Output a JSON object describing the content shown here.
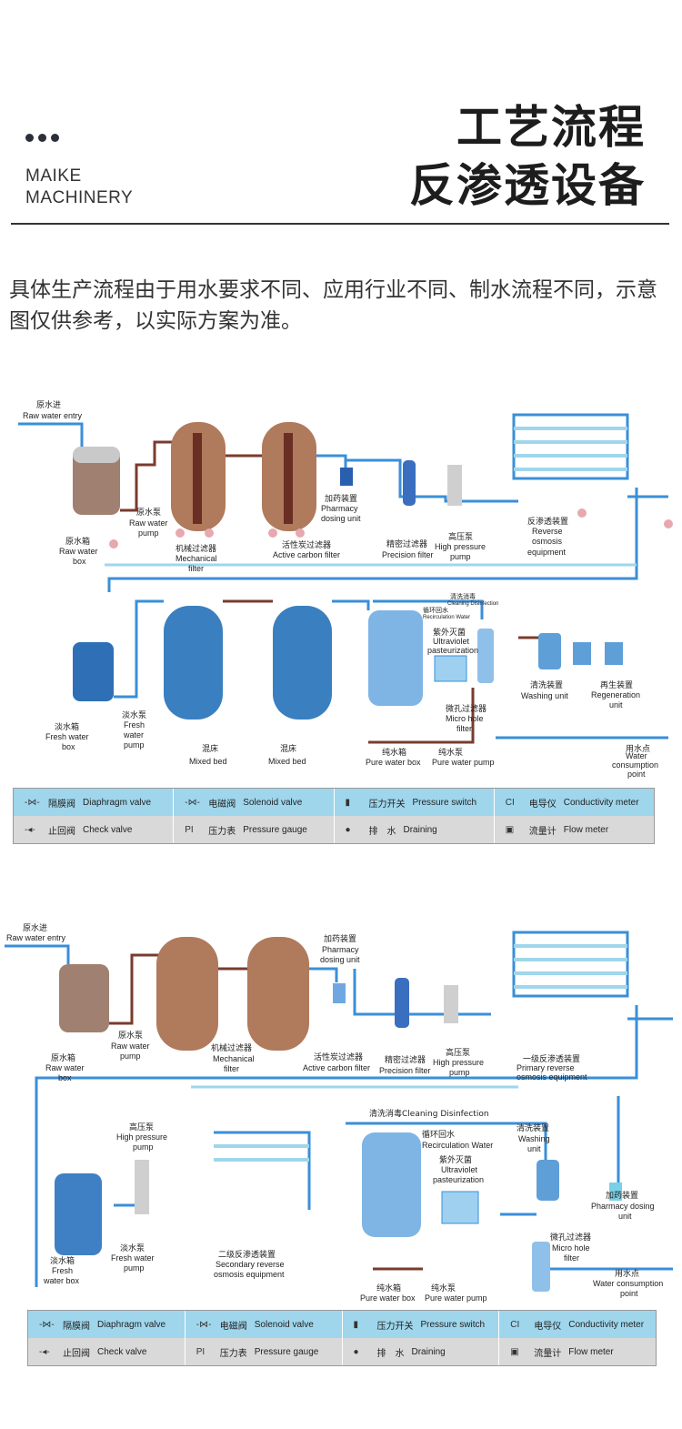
{
  "header": {
    "brand_line1": "MAIKE",
    "brand_line2": "MACHINERY",
    "title_line1": "工艺流程",
    "title_line2": "反渗透设备"
  },
  "intro": "具体生产流程由于用水要求不同、应用行业不同、制水流程不同，示意图仅供参考，以实际方案为准。",
  "diagram1": {
    "raw_water_entry": [
      "原水进",
      "Raw water entry"
    ],
    "raw_water_box": [
      "原水箱",
      "Raw water",
      "box"
    ],
    "raw_water_pump": [
      "原水泵",
      "Raw water",
      "pump"
    ],
    "mechanical_filter": [
      "机械过滤器",
      "Mechanical",
      "filter"
    ],
    "active_carbon_filter": [
      "活性炭过滤器",
      "Active carbon filter"
    ],
    "pharmacy_dosing": [
      "加药装置",
      "Pharmacy",
      "dosing unit"
    ],
    "precision_filter": [
      "精密过滤器",
      "Precision filter"
    ],
    "high_pressure_pump": [
      "高压泵",
      "High pressure",
      "pump"
    ],
    "reverse_osmosis": [
      "反渗透装置",
      "Reverse",
      "osmosis",
      "equipment"
    ],
    "cleaning_disinfection": [
      "清洗消毒",
      "Cleaning Disinfection"
    ],
    "recirculation_water": [
      "循环回水",
      "Recirculation Water"
    ],
    "uv_pasteurization": [
      "紫外灭菌",
      "Ultraviolet",
      "pasteurization"
    ],
    "micro_hole_filter": [
      "微孔过滤器",
      "Micro hole",
      "filter"
    ],
    "washing_unit": [
      "清洗装置",
      "Washing unit"
    ],
    "regeneration_unit": [
      "再生装置",
      "Regeneration",
      "unit"
    ],
    "fresh_water_box": [
      "淡水箱",
      "Fresh water",
      "box"
    ],
    "fresh_water_pump": [
      "淡水泵",
      "Fresh",
      "water",
      "pump"
    ],
    "mixed_bed_1": [
      "混床",
      "Mixed bed"
    ],
    "mixed_bed_2": [
      "混床",
      "Mixed bed"
    ],
    "pure_water_box": [
      "纯水箱",
      "Pure water box"
    ],
    "pure_water_pump": [
      "纯水泵",
      "Pure water pump"
    ],
    "water_consumption": [
      "用水点",
      "Water",
      "consumption",
      "point"
    ]
  },
  "diagram2": {
    "raw_water_entry": [
      "原水进",
      "Raw water entry"
    ],
    "raw_water_box": [
      "原水箱",
      "Raw water",
      "box"
    ],
    "raw_water_pump": [
      "原水泵",
      "Raw water",
      "pump"
    ],
    "mechanical_filter": [
      "机械过滤器",
      "Mechanical",
      "filter"
    ],
    "active_carbon_filter": [
      "活性炭过滤器",
      "Active carbon filter"
    ],
    "pharmacy_dosing": [
      "加药装置",
      "Pharmacy",
      "dosing unit"
    ],
    "precision_filter": [
      "精密过滤器",
      "Precision filter"
    ],
    "high_pressure_pump": [
      "高压泵",
      "High pressure",
      "pump"
    ],
    "primary_ro": [
      "一级反渗透装置",
      "Primary reverse",
      "osmosis equipment"
    ],
    "cleaning_disinfection": [
      "清洗消毒Cleaning Disinfection"
    ],
    "washing_unit": [
      "清洗装置",
      "Washing",
      "unit"
    ],
    "high_pressure_pump_2": [
      "高压泵",
      "High pressure",
      "pump"
    ],
    "recirculation_water": [
      "循环回水",
      "Recirculation Water"
    ],
    "uv_pasteurization": [
      "紫外灭菌",
      "Ultraviolet",
      "pasteurization"
    ],
    "pharmacy_dosing_2": [
      "加药装置",
      "Pharmacy dosing",
      "unit"
    ],
    "fresh_water_box": [
      "淡水箱",
      "Fresh",
      "water box"
    ],
    "fresh_water_pump": [
      "淡水泵",
      "Fresh water",
      "pump"
    ],
    "secondary_ro": [
      "二级反渗透装置",
      "Secondary reverse",
      "osmosis equipment"
    ],
    "pure_water_box": [
      "纯水箱",
      "Pure water box"
    ],
    "pure_water_pump": [
      "纯水泵",
      "Pure water pump"
    ],
    "micro_hole_filter": [
      "微孔过滤器",
      "Micro hole",
      "filter"
    ],
    "water_consumption": [
      "用水点",
      "Water consumption",
      "point"
    ]
  },
  "legend": [
    {
      "sym": "-⋈-",
      "zh": "隔膜阀",
      "en": "Diaphragm valve"
    },
    {
      "sym": "-⋈-",
      "zh": "电磁阀",
      "en": "Solenoid valve"
    },
    {
      "sym": "▮",
      "zh": "压力开关",
      "en": "Pressure switch"
    },
    {
      "sym": "CI",
      "zh": "电导仪",
      "en": "Conductivity meter"
    },
    {
      "sym": "-◂-",
      "zh": "止回阀",
      "en": "Check valve"
    },
    {
      "sym": "PI",
      "zh": "压力表",
      "en": "Pressure gauge"
    },
    {
      "sym": "●",
      "zh": "排　水",
      "en": "Draining"
    },
    {
      "sym": "▣",
      "zh": "流量计",
      "en": "Flow meter"
    }
  ],
  "colors": {
    "pipe_blue": "#3a8fd8",
    "pipe_light": "#9fd6ec",
    "pipe_brown": "#7a3b2e",
    "tank_brown": "#b07a5c",
    "tank_blue": "#3f7fc4",
    "legend_blue": "#9fd6ec",
    "legend_gray": "#d9d9d9"
  }
}
